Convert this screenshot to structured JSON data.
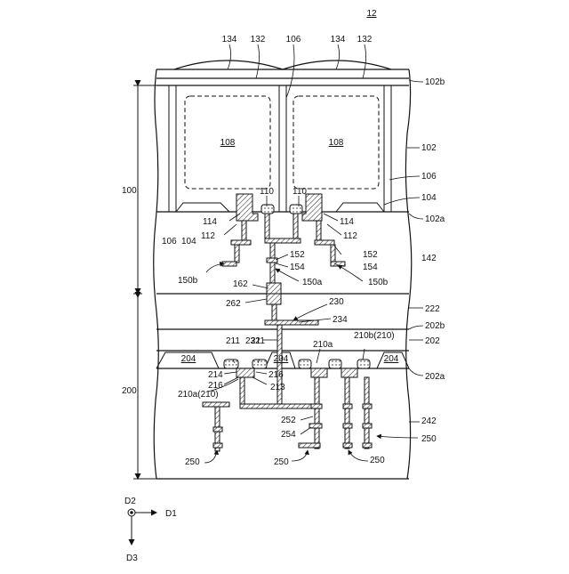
{
  "figure": {
    "number": "12",
    "labels": {
      "l134a": "134",
      "l132a": "132",
      "l106t": "106",
      "l134b": "134",
      "l132b": "132",
      "l102b": "102b",
      "l102": "102",
      "l106r": "106",
      "l104r": "104",
      "l102a": "102a",
      "l108a": "108",
      "l108b": "108",
      "l110a": "110",
      "l110b": "110",
      "l100": "100",
      "l106l": "106",
      "l104l": "104",
      "l114a": "114",
      "l112a": "112",
      "l114b": "114",
      "l112b": "112",
      "l152a": "152",
      "l154a": "154",
      "l152b": "152",
      "l154b": "154",
      "l142": "142",
      "l150b_l": "150b",
      "l150a": "150a",
      "l150b_r": "150b",
      "l162": "162",
      "l262": "262",
      "l230": "230",
      "l234": "234",
      "l222": "222",
      "l202b": "202b",
      "l232": "232",
      "l210a_t": "210a",
      "l210b": "210b(210)",
      "l202": "202",
      "l211a": "211",
      "l211b": "211",
      "l204a": "204",
      "l204b": "204",
      "l204c": "204",
      "l214": "214",
      "l216a": "216",
      "l216b": "216",
      "l213": "213",
      "l202a": "202a",
      "l210a_l": "210a(210)",
      "l200": "200",
      "l252": "252",
      "l254": "254",
      "l242": "242",
      "l250r": "250",
      "l250a": "250",
      "l250b": "250",
      "l250c": "250"
    },
    "axes": {
      "d1": "D1",
      "d2": "D2",
      "d3": "D3"
    }
  }
}
